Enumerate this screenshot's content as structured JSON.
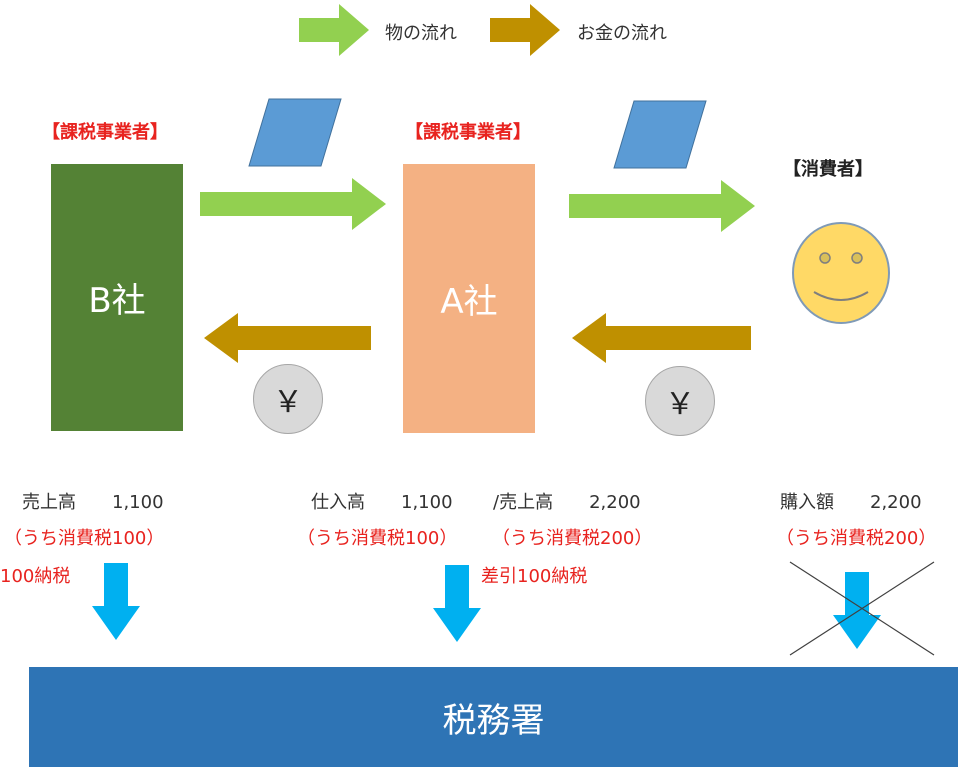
{
  "legend": {
    "goods_label": "物の流れ",
    "money_label": "お金の流れ"
  },
  "colors": {
    "goods_arrow": "#92d050",
    "money_arrow": "#bf9000",
    "tax_arrow": "#00b0f0",
    "company_b": "#548235",
    "company_a": "#f4b183",
    "tax_office": "#2e74b5",
    "invoice": "#5b9bd5",
    "consumer_face": "#ffd966",
    "coin": "#d9d9d9",
    "red_text": "#e8231f"
  },
  "entities": {
    "b_company": {
      "role": "【課税事業者】",
      "name": "B社"
    },
    "a_company": {
      "role": "【課税事業者】",
      "name": "A社"
    },
    "consumer": {
      "role": "【消費者】"
    }
  },
  "coins": {
    "symbol": "￥"
  },
  "amounts": {
    "b_sales": "売上高　　1,100",
    "b_sales_tax": "（うち消費税100）",
    "b_payment": "100納税",
    "a_purchase": "仕入高　　1,100",
    "a_sales": "/売上高　　2,200",
    "a_purchase_tax": "（うち消費税100）",
    "a_sales_tax": "（うち消費税200）",
    "a_payment": "差引100納税",
    "consumer_purchase": "購入額　　2,200",
    "consumer_tax": "（うち消費税200）"
  },
  "tax_office": {
    "label": "税務署"
  }
}
